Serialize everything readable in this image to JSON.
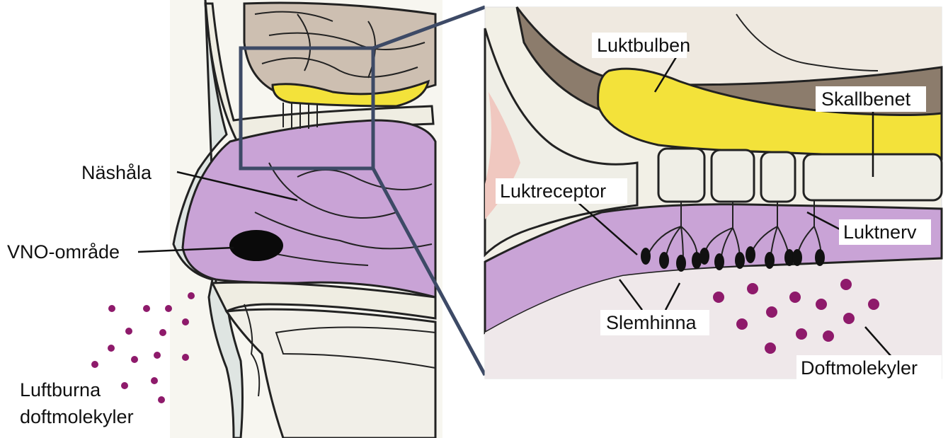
{
  "labels": {
    "nasal_cavity": "Näshåla",
    "vno_area": "VNO-område",
    "airborne_1": "Luftburna",
    "airborne_2": "doftmolekyler",
    "olfactory_bulb": "Luktbulben",
    "skull_bone": "Skallbenet",
    "olfactory_receptor": "Luktreceptor",
    "olfactory_nerve": "Luktnerv",
    "mucosa": "Slemhinna",
    "odor_molecules": "Doftmolekyler"
  },
  "colors": {
    "mucosa": "#c9a3d6",
    "bulb": "#f3e23a",
    "bone": "#f2f0e6",
    "brain": "#b7a898",
    "skin": "#e8e7dc",
    "molecule": "#8e1a6b",
    "frame": "#3d4a66",
    "vno": "#0a0a0a"
  },
  "icons": {
    "molecule": "purple-dot",
    "vno_spot": "black-oval"
  }
}
